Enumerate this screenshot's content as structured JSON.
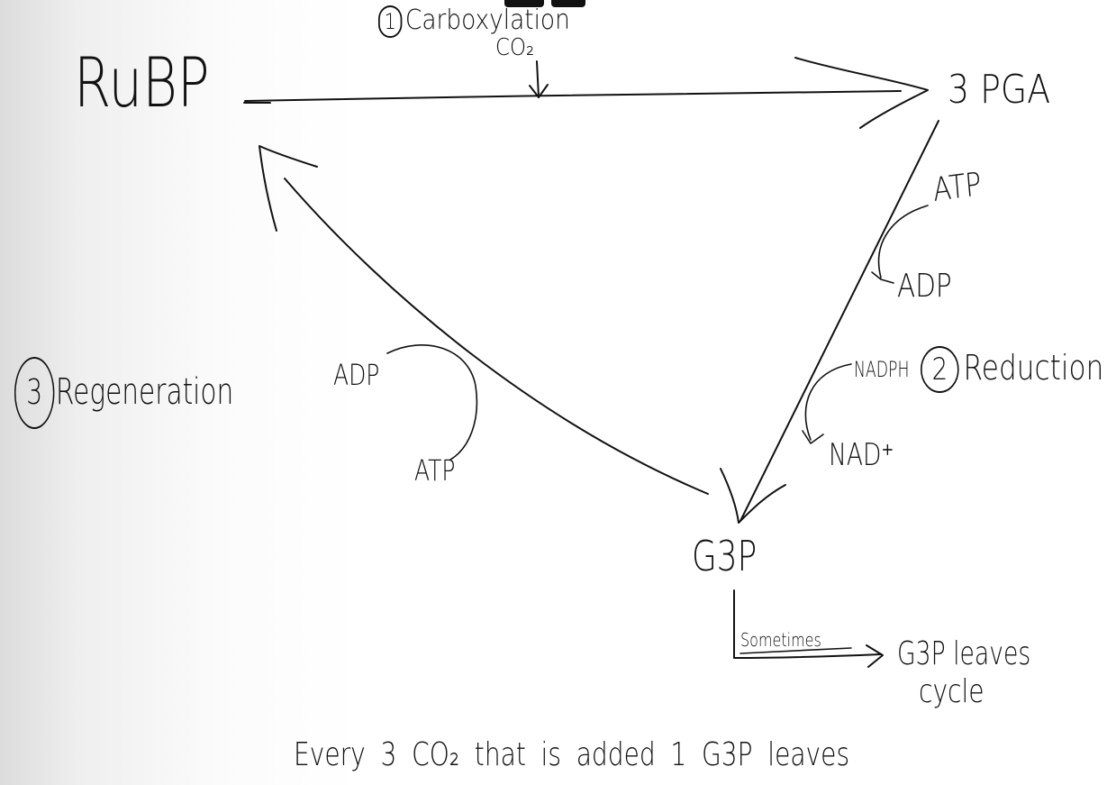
{
  "diagram": {
    "nodes": {
      "rubp": "RuBP",
      "pga": "3 PGA",
      "g3p": "G3P"
    },
    "steps": {
      "carboxylation": {
        "number": "1",
        "label": "Carboxylation",
        "input": "CO₂"
      },
      "reduction": {
        "number": "2",
        "label": "Reduction"
      },
      "regeneration": {
        "number": "3",
        "label": "Regeneration"
      }
    },
    "cofactors": {
      "reduction_atp": "ATP",
      "reduction_adp": "ADP",
      "reduction_nadph": "NADPH",
      "reduction_nadp": "NAD⁺",
      "regeneration_adp": "ADP",
      "regeneration_atp": "ATP"
    },
    "exit": {
      "condition": "Sometimes",
      "result_line1": "G3P leaves",
      "result_line2": "cycle"
    },
    "footnote": "Every 3 CO₂ that is added 1 G3P leaves"
  }
}
